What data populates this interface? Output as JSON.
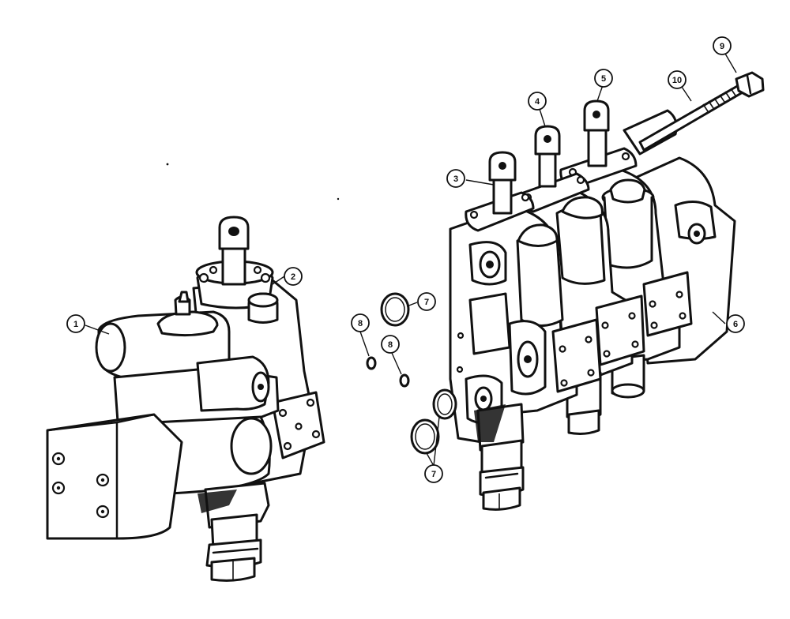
{
  "callouts": [
    {
      "id": "c1",
      "label": "1"
    },
    {
      "id": "c2",
      "label": "2"
    },
    {
      "id": "c3",
      "label": "3"
    },
    {
      "id": "c4",
      "label": "4"
    },
    {
      "id": "c5",
      "label": "5"
    },
    {
      "id": "c6",
      "label": "6"
    },
    {
      "id": "c7a",
      "label": "7"
    },
    {
      "id": "c7b",
      "label": "7"
    },
    {
      "id": "c8a",
      "label": "8"
    },
    {
      "id": "c8b",
      "label": "8"
    },
    {
      "id": "c9",
      "label": "9"
    },
    {
      "id": "c10",
      "label": "10"
    }
  ]
}
